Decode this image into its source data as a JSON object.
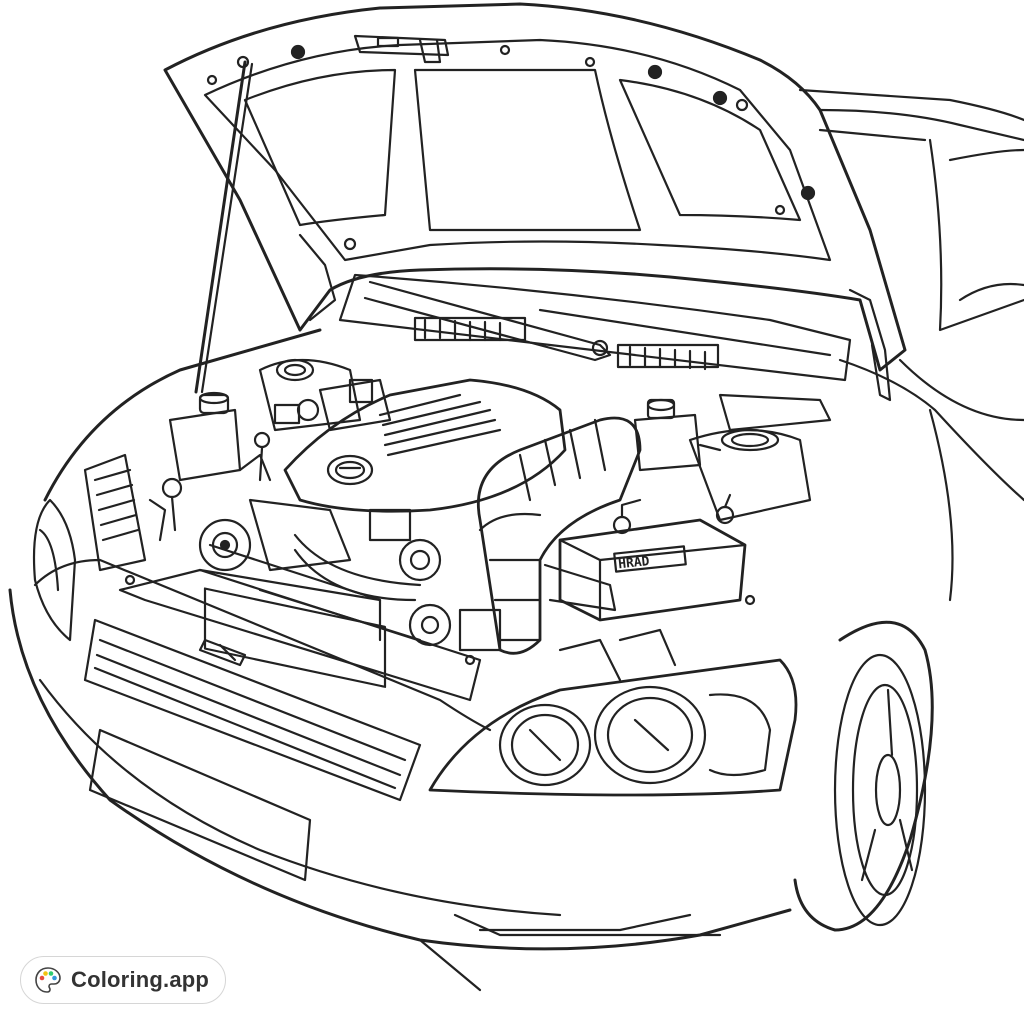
{
  "illustration": {
    "subject": "car-with-open-hood-engine-bay",
    "stroke_color": "#222222",
    "background_color": "#ffffff",
    "battery_label": "HRAD"
  },
  "branding": {
    "label": "Coloring.app",
    "icon": "palette-icon",
    "palette_colors": [
      "#e74c3c",
      "#f1c40f",
      "#2ecc71",
      "#3498db"
    ]
  }
}
